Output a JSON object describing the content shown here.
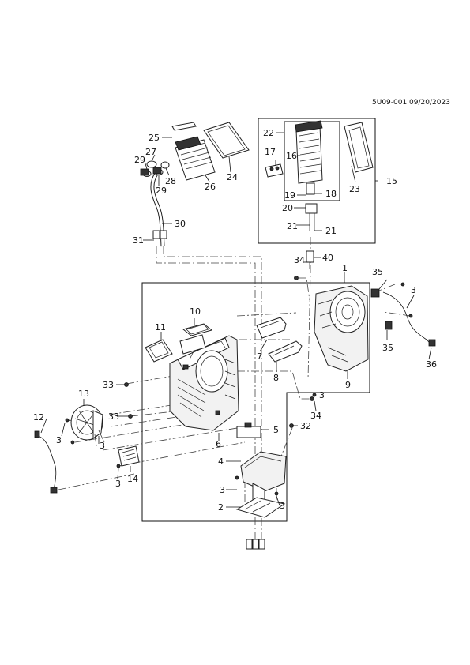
{
  "document": {
    "reference_code": "5U09-001 09/20/2023"
  },
  "diagram": {
    "callouts": [
      "1",
      "2",
      "3",
      "3",
      "3",
      "3",
      "3",
      "3",
      "3",
      "4",
      "5",
      "6",
      "7",
      "8",
      "9",
      "10",
      "11",
      "12",
      "13",
      "14",
      "15",
      "16",
      "17",
      "18",
      "19",
      "20",
      "21",
      "21",
      "22",
      "23",
      "24",
      "25",
      "26",
      "27",
      "28",
      "29",
      "29",
      "30",
      "31",
      "32",
      "33",
      "33",
      "34",
      "34",
      "35",
      "35",
      "36",
      "40"
    ]
  }
}
